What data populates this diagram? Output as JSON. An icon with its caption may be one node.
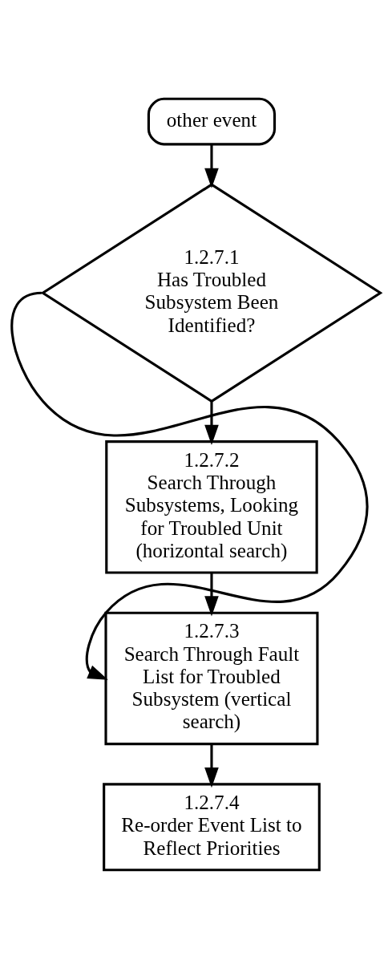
{
  "diagram": {
    "nodes": [
      {
        "text": [
          "other event"
        ]
      },
      {
        "text": [
          "1.2.7.1",
          "Has Troubled Subsystem Been Identified?"
        ]
      },
      {
        "text": [
          "1.2.7.2",
          "Search Through Subsystems, Looking for Troubled Unit (horizontal search)"
        ]
      },
      {
        "text": [
          "1.2.7.3",
          "Search Through Fault List for Troubled Subsystem (vertical search)"
        ]
      },
      {
        "text": [
          "1.2.7.4",
          "Re-order Event List to Reflect Priorities"
        ]
      }
    ],
    "edges": [
      {
        "from": 0,
        "to": 1,
        "arrow": "to"
      },
      {
        "from": 1,
        "to": 2,
        "arrow": "to"
      },
      {
        "from": 1,
        "to": 3,
        "arrow": "to"
      },
      {
        "from": 2,
        "to": 3,
        "arrow": "to"
      },
      {
        "from": 3,
        "to": 4,
        "arrow": "to"
      }
    ]
  }
}
